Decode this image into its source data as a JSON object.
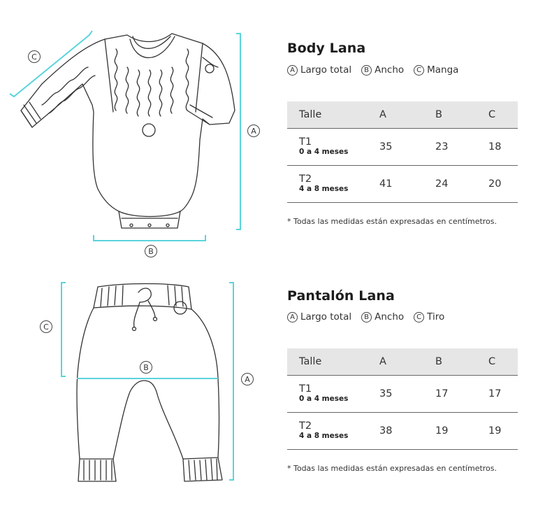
{
  "body": {
    "title": "Body Lana",
    "legend": [
      {
        "letter": "A",
        "label": "Largo total"
      },
      {
        "letter": "B",
        "label": "Ancho"
      },
      {
        "letter": "C",
        "label": "Manga"
      }
    ],
    "headers": [
      "Talle",
      "A",
      "B",
      "C"
    ],
    "rows": [
      {
        "size": "T1",
        "age": "0 a 4 meses",
        "a": "35",
        "b": "23",
        "c": "18"
      },
      {
        "size": "T2",
        "age": "4 a 8 meses",
        "a": "41",
        "b": "24",
        "c": "20"
      }
    ],
    "note": "* Todas las medidas están expresadas en centímetros.",
    "dims": {
      "a": "A",
      "b": "B",
      "c": "C"
    }
  },
  "pants": {
    "title": "Pantalón Lana",
    "legend": [
      {
        "letter": "A",
        "label": "Largo total"
      },
      {
        "letter": "B",
        "label": "Ancho"
      },
      {
        "letter": "C",
        "label": "Tiro"
      }
    ],
    "headers": [
      "Talle",
      "A",
      "B",
      "C"
    ],
    "rows": [
      {
        "size": "T1",
        "age": "0 a 4 meses",
        "a": "35",
        "b": "17",
        "c": "17"
      },
      {
        "size": "T2",
        "age": "4 a 8 meses",
        "a": "38",
        "b": "19",
        "c": "19"
      }
    ],
    "note": "* Todas las medidas están expresadas en centímetros.",
    "dims": {
      "a": "A",
      "b": "B",
      "c": "C"
    }
  },
  "colors": {
    "dimension": "#5ad4dc",
    "header_bg": "#e6e6e6",
    "line": "#444444"
  },
  "icons": [
    "bodysuit-drawing",
    "pants-drawing"
  ]
}
